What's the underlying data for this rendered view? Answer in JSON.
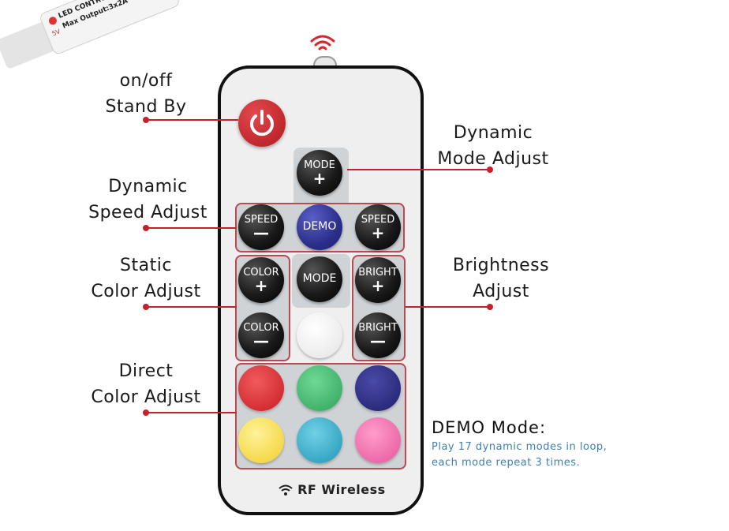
{
  "controller": {
    "line1": "LED CONTROLLER",
    "line2": "Max Output:3x2A",
    "voltage": "5V"
  },
  "labels": {
    "onoff": [
      "on/off",
      "Stand By"
    ],
    "mode_adjust": [
      "Dynamic",
      "Mode Adjust"
    ],
    "speed_adjust": [
      "Dynamic",
      "Speed Adjust"
    ],
    "static_color": [
      "Static",
      "Color Adjust"
    ],
    "brightness": [
      "Brightness",
      "Adjust"
    ],
    "direct_color": [
      "Direct",
      "Color Adjust"
    ]
  },
  "buttons": {
    "mode_plus": {
      "label": "MODE",
      "sign": "+"
    },
    "speed_minus": {
      "label": "SPEED",
      "sign": "—"
    },
    "demo": {
      "label": "DEMO"
    },
    "speed_plus": {
      "label": "SPEED",
      "sign": "+"
    },
    "color_plus": {
      "label": "COLOR",
      "sign": "+"
    },
    "mode": {
      "label": "MODE"
    },
    "bright_plus": {
      "label": "BRIGHT",
      "sign": "+"
    },
    "color_minus": {
      "label": "COLOR",
      "sign": "—"
    },
    "bright_minus": {
      "label": "BRIGHT",
      "sign": "—"
    }
  },
  "colors": {
    "red": "#d8262a",
    "green": "#3cb56a",
    "navy": "#2a2a7a",
    "yellow": "#f4d83a",
    "cyan": "#2fa8c4",
    "pink": "#ee6aa6",
    "white": "#f7f7f7",
    "power": "#c9262d",
    "demo": "#3a3e9e",
    "accent_line": "#c8202a"
  },
  "rf_label": "RF Wireless",
  "demo_caption": {
    "title": "DEMO Mode:",
    "line1": "Play 17 dynamic modes in loop,",
    "line2": "each mode repeat 3 times."
  },
  "icons": [
    "power-icon",
    "wifi-signal-icon",
    "rf-wireless-icon"
  ]
}
